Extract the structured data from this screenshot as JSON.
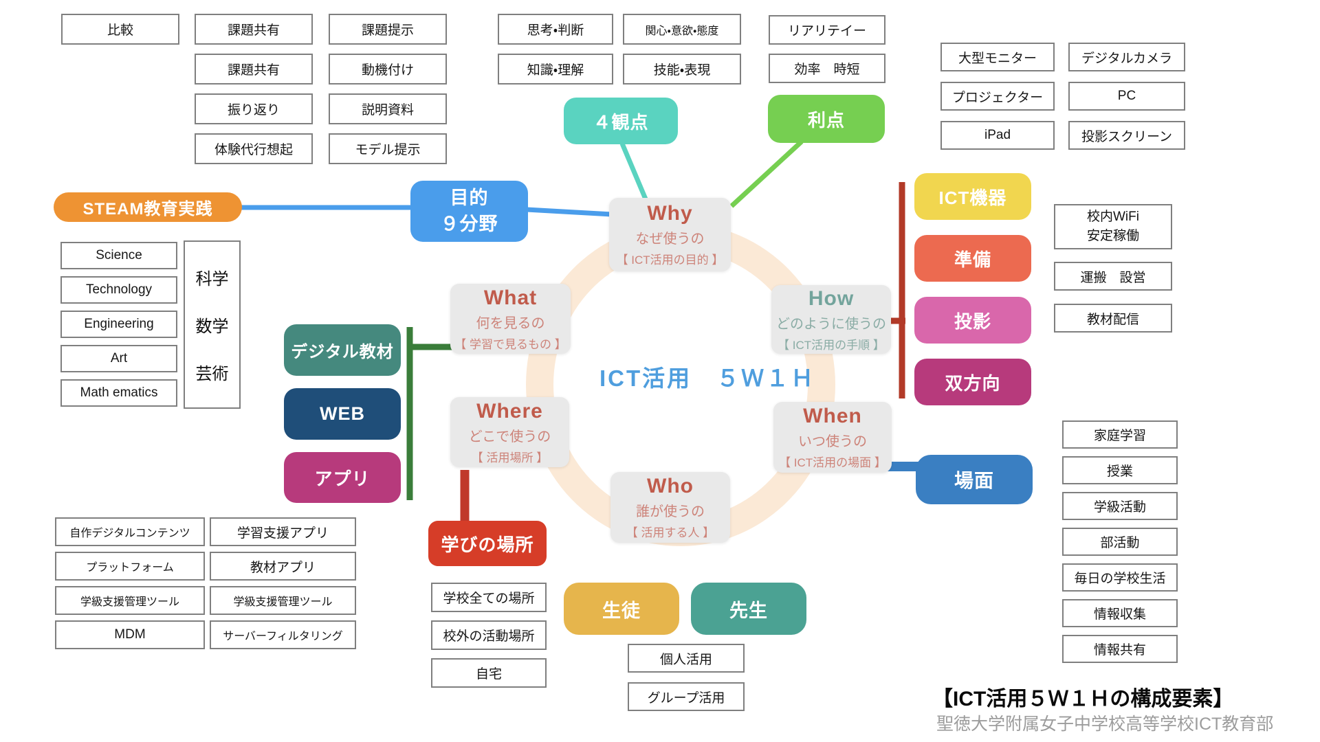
{
  "colors": {
    "mint": "#5ad3c0",
    "green": "#76cf51",
    "blue": "#4a9deb",
    "orange": "#ee9333",
    "yellow": "#f1d64f",
    "coral": "#ec6a50",
    "pink": "#d967ab",
    "magenta": "#b73a7c",
    "teal_dark": "#45897e",
    "navy": "#1f4e79",
    "red": "#d63d28",
    "blue2": "#3a7fc2",
    "gold": "#e6b54c",
    "teal": "#4ba293",
    "line_darkred": "#b23a28",
    "line_green": "#3a7d3a",
    "line_red": "#c0392b",
    "node_bg": "#e9e9e9",
    "coral_text": "#c05b4b",
    "coral_sub": "#cd8379",
    "teal_text": "#73a49c",
    "teal_sub": "#8aaca5",
    "center_title_color": "#4f9ede",
    "box_border": "#7f7f7f",
    "ring": "#fbe9d6",
    "credit_gray": "#9c9c9c"
  },
  "center_title": "ICT活用　５Ｗ１Ｈ",
  "footer": {
    "heading": "【ICT活用５Ｗ１Ｈの構成要素】",
    "credit": "聖徳大学附属女子中学校高等学校ICT教育部"
  },
  "nodes": {
    "why": {
      "title": "Why",
      "line1": "なぜ使うの",
      "line2": "【 ICT活用の目的 】"
    },
    "what": {
      "title": "What",
      "line1": "何を見るの",
      "line2": "【 学習で見るもの 】"
    },
    "how": {
      "title": "How",
      "line1": "どのように使うの",
      "line2": "【 ICT活用の手順 】"
    },
    "where": {
      "title": "Where",
      "line1": "どこで使うの",
      "line2": "【 活用場所 】"
    },
    "when": {
      "title": "When",
      "line1": "いつ使うの",
      "line2": "【 ICT活用の場面 】"
    },
    "who": {
      "title": "Who",
      "line1": "誰が使うの",
      "line2": "【 活用する人 】"
    }
  },
  "pills": {
    "steam": "STEAM教育実践",
    "mokuteki_line1": "目的",
    "mokuteki_line2": "９分野",
    "kanten": "４観点",
    "riten": "利点",
    "ict_kiki": "ICT機器",
    "junbi": "準備",
    "touei": "投影",
    "sohoko": "双方向",
    "digital_kyozai": "デジタル教材",
    "web": "WEB",
    "apuri": "アプリ",
    "manabi": "学びの場所",
    "bamen": "場面",
    "seito": "生徒",
    "sensei": "先生"
  },
  "prep": {
    "wifi_line1": "校内WiFi",
    "wifi_line2": "安定稼働",
    "unpan": "運搬　設営",
    "kyozai": "教材配信"
  },
  "lists": {
    "purpose_col1": [
      "比較"
    ],
    "purpose_col2": [
      "課題共有",
      "課題共有",
      "振り返り",
      "体験代行想起"
    ],
    "purpose_col3": [
      "課題提示",
      "動機付け",
      "説明資料",
      "モデル提示"
    ],
    "viewpoint_col1": [
      "思考・判断",
      "知識・理解"
    ],
    "viewpoint_col2": [
      "関心・意欲・態度",
      "技能・表現"
    ],
    "merit": [
      "リアリテイー",
      "効率　時短"
    ],
    "devices_col1": [
      "大型モニター",
      "プロジェクター",
      "iPad"
    ],
    "devices_col2": [
      "デジタルカメラ",
      "PC",
      "投影スクリーン"
    ],
    "steam_fields": [
      "Science",
      "Technology",
      "Engineering",
      "Art",
      "Math ematics"
    ],
    "steam_jp": [
      "科学",
      "数学",
      "芸術"
    ],
    "scenes": [
      "家庭学習",
      "授業",
      "学級活動",
      "部活動",
      "毎日の学校生活",
      "情報収集",
      "情報共有"
    ],
    "contents_col1": [
      "自作デジタルコンテンツ",
      "プラットフォーム",
      "学級支援管理ツール",
      "MDM"
    ],
    "contents_col2": [
      "学習支援アプリ",
      "教材アプリ",
      "学級支援管理ツール",
      "サーバーフィルタリング"
    ],
    "places": [
      "学校全ての場所",
      "校外の活動場所",
      "自宅"
    ],
    "usage": [
      "個人活用",
      "グループ活用"
    ]
  }
}
